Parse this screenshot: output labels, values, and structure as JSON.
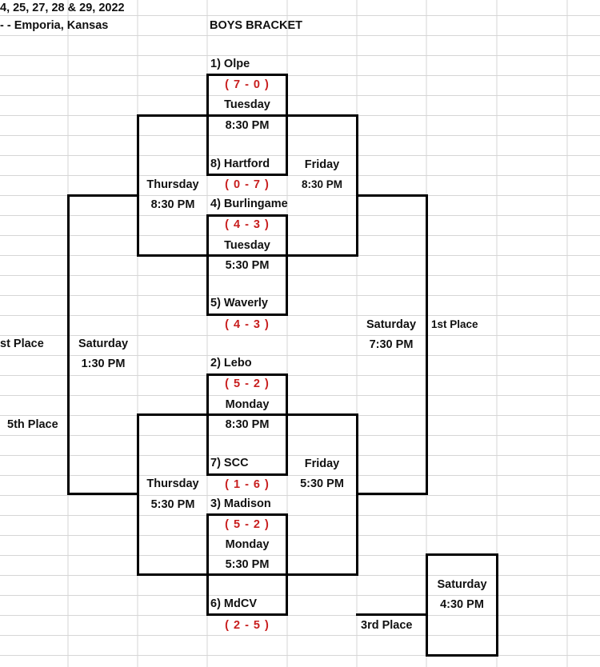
{
  "header": {
    "dates": "4, 25, 27, 28 & 29, 2022",
    "location": "-  -  Emporia, Kansas",
    "title": "BOYS BRACKET"
  },
  "top_half": {
    "seed1": "1) Olpe",
    "seed1_record": "( 7 - 0 )",
    "game1_day": "Tuesday",
    "game1_time": "8:30 PM",
    "seed8": "8) Hartford",
    "seed8_record": "( 0 - 7 )",
    "seed4": "4) Burlingame",
    "seed4_record": "( 4 - 3 )",
    "game2_day": "Tuesday",
    "game2_time": "5:30 PM",
    "seed5": "5) Waverly",
    "seed5_record": "( 4 - 3 )",
    "semi_day": "Thursday",
    "semi_time": "8:30 PM",
    "fri_day": "Friday",
    "fri_time": "8:30 PM"
  },
  "bottom_half": {
    "seed2": "2) Lebo",
    "seed2_record": "( 5 - 2 )",
    "game3_day": "Monday",
    "game3_time": "8:30 PM",
    "seed7": "7) SCC",
    "seed7_record": "( 1 - 6 )",
    "seed3": "3) Madison",
    "seed3_record": "( 5 - 2 )",
    "game4_day": "Monday",
    "game4_time": "5:30 PM",
    "seed6": "6) MdCV",
    "seed6_record": "( 2 - 5 )",
    "semi_day": "Thursday",
    "semi_time": "5:30 PM",
    "fri_day": "Friday",
    "fri_time": "5:30 PM"
  },
  "finals": {
    "championship_day": "Saturday",
    "championship_time": "7:30 PM",
    "first_place": "1st Place",
    "consolation_label": "st Place",
    "consolation_day": "Saturday",
    "consolation_time": "1:30 PM",
    "fifth_place": "5th Place",
    "third_day": "Saturday",
    "third_time": "4:30 PM",
    "third_place": "3rd Place"
  },
  "colors": {
    "record_red": "#c81e1e",
    "grid_line": "#d6d6d6"
  }
}
